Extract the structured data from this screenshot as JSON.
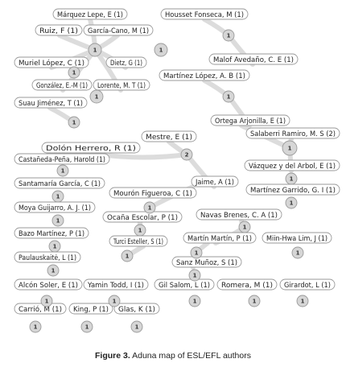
{
  "caption": {
    "label": "Figure 3.",
    "text": "Aduna map of ESL/EFL authors"
  },
  "colors": {
    "edge": "#dcdcdc",
    "node_fill": "#ffffff",
    "node_stroke": "#9a9a9a",
    "badge_fill": "#d6d6d6"
  },
  "authors": [
    "Márquez Lepe, E (1)",
    "Ruiz, F (1)",
    "García-Cano, M (1)",
    "Muriel López, C (1)",
    "Dietz, G (1)",
    "González, E.-M (1)",
    "Lorente, M. T (1)",
    "Housset Fonseca, M (1)",
    "Malof Avedaño, C. E (1)",
    "Martínez López, A. B (1)",
    "Suau Jiménez, T (1)",
    "Ortega Arjonilla, E (1)",
    "Mestre, E (1)",
    "Salaberri Ramiro, M. S (2)",
    "Dolón Herrero, R (1)",
    "Castañeda-Peña, Harold (1)",
    "Vázquez y del Arbol, E (1)",
    "Jaime, A (1)",
    "Santamaría García, C (1)",
    "Mourón Figueroa, C (1)",
    "Martínez Garrido, G. I (1)",
    "Moya Guijarro, A. J. (1)",
    "Ocaña Escolar, P (1)",
    "Navas Brenes, C. A (1)",
    "Bazo Martínez, P (1)",
    "Martín Martín, P (1)",
    "Miin-Hwa Lim, J (1)",
    "Turci Esteller, S (1)",
    "Paulauskaitė, L (1)",
    "Sanz Muñoz, S (1)",
    "Alcón Soler, E (1)",
    "Yamin Todd, I (1)",
    "Gil Salom, L (1)",
    "Romera, M (1)",
    "Girardot, L (1)",
    "Carrió, M (1)",
    "King, P (1)",
    "Glas, K (1)"
  ],
  "clusters": [
    {
      "count": "1"
    },
    {
      "count": "1"
    },
    {
      "count": "1"
    },
    {
      "count": "1"
    },
    {
      "count": "1"
    },
    {
      "count": "1"
    },
    {
      "count": "2"
    },
    {
      "count": "1"
    },
    {
      "count": "1"
    },
    {
      "count": "1"
    },
    {
      "count": "1"
    },
    {
      "count": "1"
    },
    {
      "count": "1"
    },
    {
      "count": "1"
    },
    {
      "count": "1"
    },
    {
      "count": "1"
    },
    {
      "count": "1"
    },
    {
      "count": "1"
    },
    {
      "count": "1"
    },
    {
      "count": "1"
    },
    {
      "count": "1"
    },
    {
      "count": "1"
    },
    {
      "count": "1"
    },
    {
      "count": "1"
    },
    {
      "count": "1"
    },
    {
      "count": "1"
    },
    {
      "count": "1"
    },
    {
      "count": "1"
    },
    {
      "count": "1"
    },
    {
      "count": "1"
    },
    {
      "count": "1"
    }
  ]
}
